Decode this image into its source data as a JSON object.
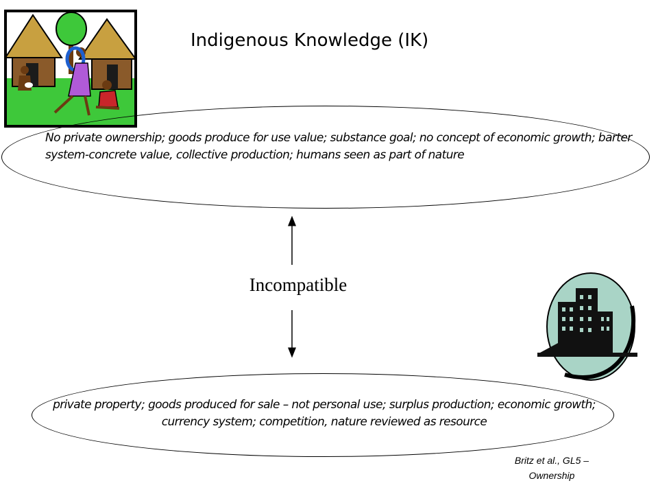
{
  "title": "Indigenous Knowledge (IK)",
  "top_description": "No private ownership; goods produce for use value; substance goal; no concept of economic growth; barter system-concrete value, collective production; humans seen as part of nature",
  "center_label": "Incompatible",
  "bottom_description": "private property; goods produced for sale – not personal use; surplus production; economic growth; currency system; competition, nature reviewed as resource",
  "citation": "Britz et al., GL5 – Ownership",
  "icons": {
    "village": "village-hut-clipart-icon",
    "city": "city-skyline-clipart-icon"
  },
  "colors": {
    "village_sky": "#ffffff",
    "village_grass": "#3ec83a",
    "hut_roof": "#c8a040",
    "city_oval": "#a9d4c6"
  }
}
